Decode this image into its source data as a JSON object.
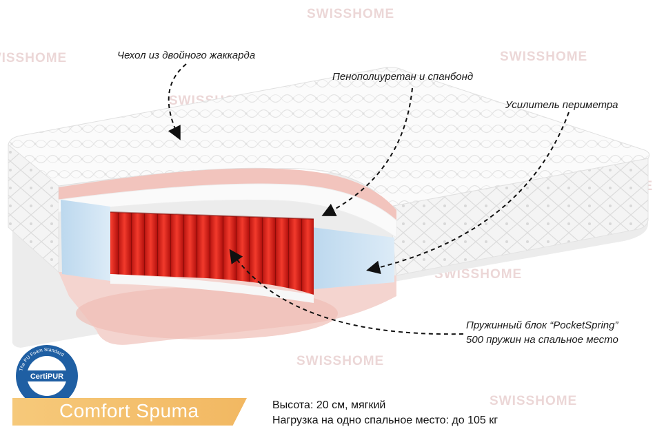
{
  "brand": {
    "watermark": "SWISSHOME"
  },
  "callouts": {
    "cover": "Чехол из двойного жаккарда",
    "foam": "Пенополиуретан и спанбонд",
    "perimeter": "Усилитель периметра",
    "spring_line1": "Пружинный блок “PocketSpring”",
    "spring_line2": "500 пружин на спальное место"
  },
  "product": {
    "name": "Comfort Spuma"
  },
  "specs": {
    "height": "Высота: 20 см, мягкий",
    "load": "Нагрузка на одно спальное место: до 105 кг"
  },
  "certification": {
    "logo_text": "CertiPUR",
    "ring_text": "The PU Foam Standard"
  },
  "colors": {
    "spring": "#e0261e",
    "foam_blue": "#cfe4f3",
    "pink_layer": "#f2c9c3",
    "ribbon": "#f4c06c",
    "badge_blue": "#1f5fa3"
  }
}
